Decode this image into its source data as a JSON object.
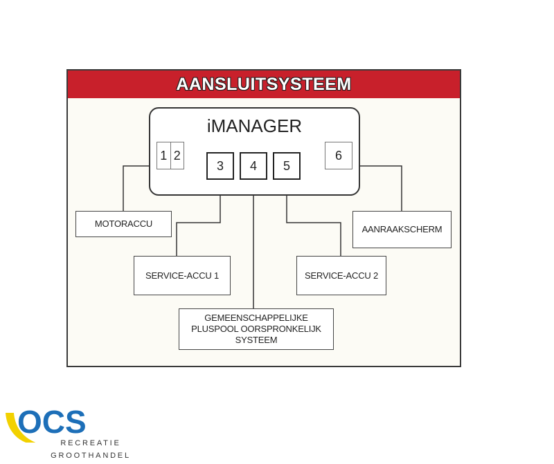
{
  "title": "AANSLUITSYSTEEM",
  "manager": {
    "label": "iMANAGER",
    "ports": [
      "1",
      "2",
      "3",
      "4",
      "5",
      "6"
    ]
  },
  "devices": {
    "motoraccu": "MOTORACCU",
    "aanraakscherm": "AANRAAKSCHERM",
    "service_accu_1": "SERVICE-ACCU 1",
    "service_accu_2": "SERVICE-ACCU 2",
    "pluspool": [
      "GEMEENSCHAPPELIJKE",
      "PLUSPOOL OORSPRONKELIJK",
      "SYSTEEM"
    ]
  },
  "logo": {
    "mark": "OCS",
    "line1": "RECREATIE",
    "line2": "GROOTHANDEL"
  },
  "colors": {
    "header": "#c8202b",
    "frame": "#3a3a3a",
    "logo_blue": "#1d6fb8",
    "logo_yellow": "#f2d100"
  }
}
